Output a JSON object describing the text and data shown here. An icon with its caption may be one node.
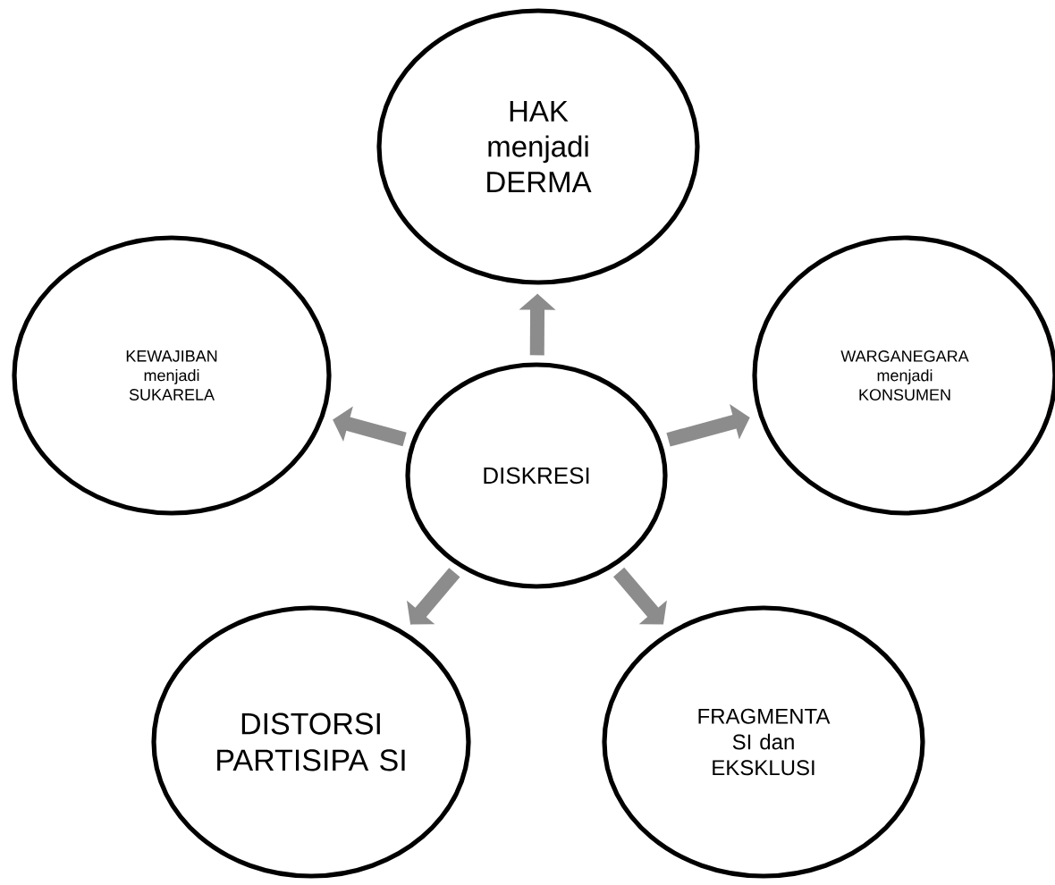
{
  "diagram": {
    "nodes": [
      {
        "text": [
          "DISKRESI"
        ]
      },
      {
        "text": [
          "HAK menjadi DERMA"
        ]
      },
      {
        "text": [
          "KEWAJIBAN menjadi SUKARELA"
        ]
      },
      {
        "text": [
          "WARGANEGARA menjadi KONSUMEN"
        ]
      },
      {
        "text": [
          "DISTORSI PARTISIPA SI"
        ]
      },
      {
        "text": [
          "FRAGMENTA SI dan EKSKLUSI"
        ]
      }
    ],
    "edges": [
      {
        "from": 0,
        "to": 1,
        "arrow": "to"
      },
      {
        "from": 0,
        "to": 2,
        "arrow": "to"
      },
      {
        "from": 0,
        "to": 3,
        "arrow": "to"
      },
      {
        "from": 0,
        "to": 4,
        "arrow": "to"
      },
      {
        "from": 0,
        "to": 5,
        "arrow": "to"
      }
    ]
  }
}
